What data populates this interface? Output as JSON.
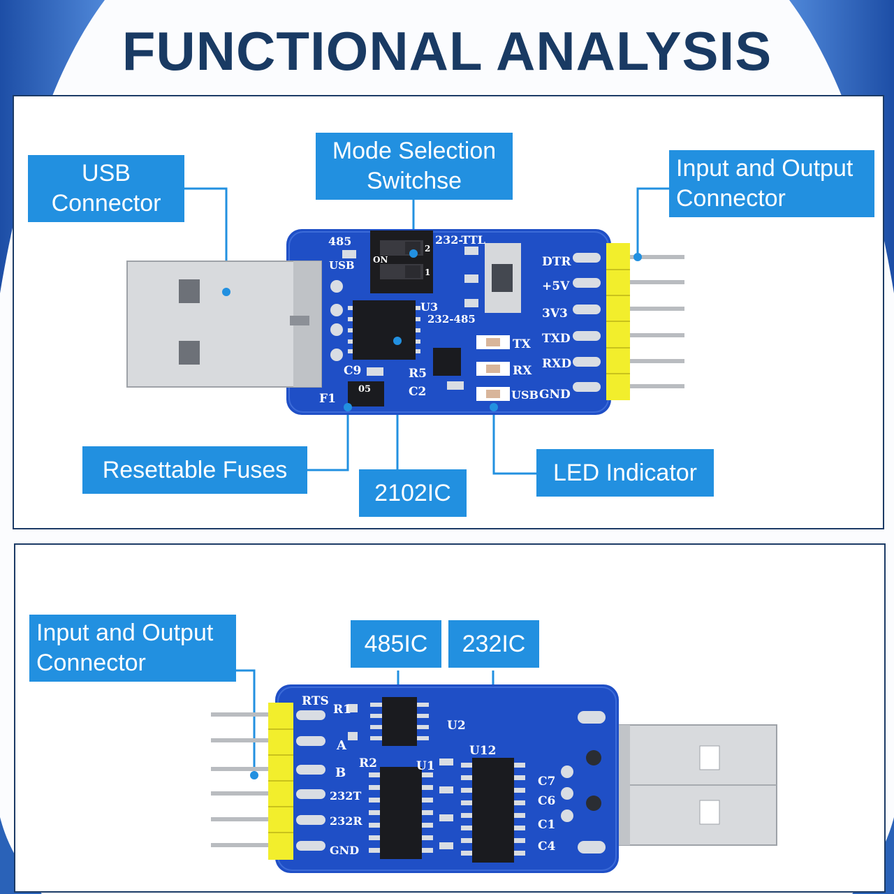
{
  "title": "FUNCTIONAL ANALYSIS",
  "colors": {
    "title": "#193a63",
    "label_bg": "#2290e0",
    "label_text": "#ffffff",
    "pcb_blue": "#1f4fc6",
    "header_yellow": "#f2ee2c",
    "panel_border": "#1c3b66",
    "background_swoosh": "#2a62b8"
  },
  "top_panel": {
    "labels": {
      "usb_connector": "USB\nConnector",
      "mode_switch": "Mode Selection\nSwitchse",
      "io_connector": "Input and Output\nConnector",
      "resettable_fuses": "Resettable Fuses",
      "chip": "2102IC",
      "led_indicator": "LED Indicator"
    },
    "silkscreen": {
      "mode_485": "485",
      "mode_232_ttl": "232-TTL",
      "usb": "USB",
      "u3": "U3",
      "chip_sub": "232-485",
      "c9": "C9",
      "r5": "R5",
      "c2": "C2",
      "f1": "F1",
      "fuse_code": "05",
      "dip_on": "ON",
      "dip_1": "1",
      "dip_2": "2",
      "led_tx": "TX",
      "led_rx": "RX",
      "led_usb": "USB",
      "pins": [
        "DTR",
        "+5V",
        "3V3",
        "TXD",
        "RXD",
        "GND"
      ]
    }
  },
  "bottom_panel": {
    "labels": {
      "io_connector": "Input and Output\nConnector",
      "ic_485": "485IC",
      "ic_232": "232IC"
    },
    "silkscreen": {
      "pins": [
        "RTS",
        "A",
        "B",
        "232T",
        "232R",
        "GND"
      ],
      "r1": "R1",
      "r2": "R2",
      "u1": "U1",
      "u2": "U2",
      "u12": "U12",
      "caps": [
        "C7",
        "C6",
        "C1",
        "C4"
      ]
    }
  }
}
